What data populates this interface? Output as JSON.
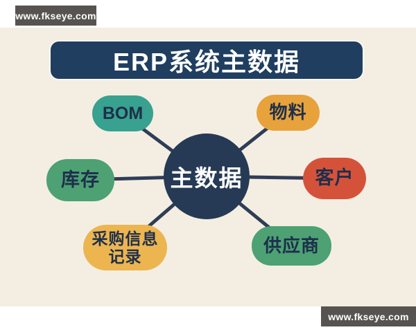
{
  "watermarks": {
    "top_left": "www.fkseye.com",
    "bottom_right": "www.fkseye.com"
  },
  "title": {
    "label": "ERP系统主数据",
    "bg": "#1f3e60",
    "text_color": "#ffffff"
  },
  "center_node": {
    "label": "主数据",
    "bg": "#263a55",
    "text_color": "#ffffff"
  },
  "nodes": [
    {
      "id": "bom",
      "label": "BOM",
      "bg": "#38a18f"
    },
    {
      "id": "material",
      "label": "物料",
      "bg": "#e7a23c"
    },
    {
      "id": "inventory",
      "label": "库存",
      "bg": "#4da173"
    },
    {
      "id": "customer",
      "label": "客户",
      "bg": "#d5523a"
    },
    {
      "id": "purchase-info-record",
      "label": "采购信息记录",
      "lines": [
        "采购信息",
        "记录"
      ],
      "bg": "#ecb550"
    },
    {
      "id": "supplier",
      "label": "供应商",
      "bg": "#4da173"
    }
  ],
  "colors": {
    "page": "#ffffff",
    "background": "#f4eee2",
    "connector": "#2f3d57",
    "node_text": "#1d2f4b",
    "watermark_bg": "#575350",
    "watermark_text": "#ffffff"
  }
}
